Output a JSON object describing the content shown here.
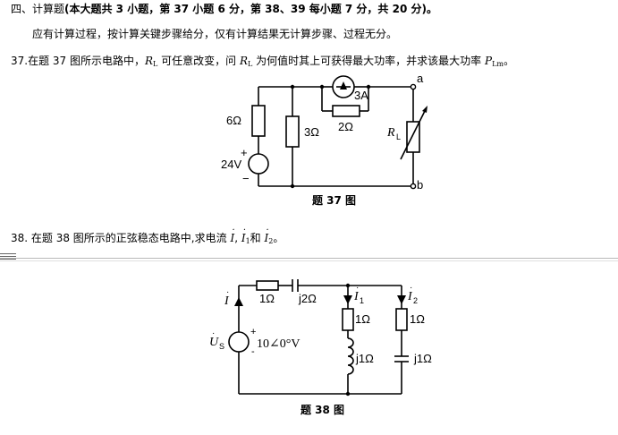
{
  "section": {
    "heading": "四、计算题",
    "heading_note": "(本大题共 3 小题，第 37 小题 6 分，第 38、39 每小题 7 分，共 20 分)。",
    "instruction": "应有计算过程，按计算关键步骤给分，仅有计算结果无计算步骤、过程无分。"
  },
  "q37": {
    "text_a": "37.在题 37 图所示电路中，",
    "rl1": "R",
    "rl1_sub": "L",
    "text_b": " 可任意改变，问 ",
    "rl2": "R",
    "rl2_sub": "L",
    "text_c": " 为何值时其上可获得最大功率，并求该最大功率 ",
    "p": "P",
    "p_sub": "Lm",
    "text_d": "。",
    "figure": {
      "r_6": "6Ω",
      "r_3": "3Ω",
      "r_2": "2Ω",
      "source_v": "24V",
      "source_i": "3A",
      "plus": "+",
      "minus": "−",
      "node_a": "a",
      "node_b": "b",
      "rl_label": "R",
      "rl_sub": "L",
      "caption": "题 37 图"
    }
  },
  "q38": {
    "text_a": "38. 在题 38 图所示的正弦稳态电路中,求电流 ",
    "i": "I",
    "text_sep": ", ",
    "i1": "I",
    "i1_sub": "1",
    "text_and": "和 ",
    "i2": "I",
    "i2_sub": "2",
    "text_end": "。",
    "figure": {
      "r_1a": "1Ω",
      "xc_top": "j2Ω",
      "r_1b": "1Ω",
      "r_1c": "1Ω",
      "xl": "j1Ω",
      "xc": "j1Ω",
      "cur_i": "I",
      "cur_i1": "I",
      "cur_i1_sub": "1",
      "cur_i2": "I",
      "cur_i2_sub": "2",
      "us": "U",
      "us_sub": "S",
      "plus": "+",
      "minus": "-",
      "source_value": "10∠0°V",
      "caption": "题 38 图"
    }
  }
}
